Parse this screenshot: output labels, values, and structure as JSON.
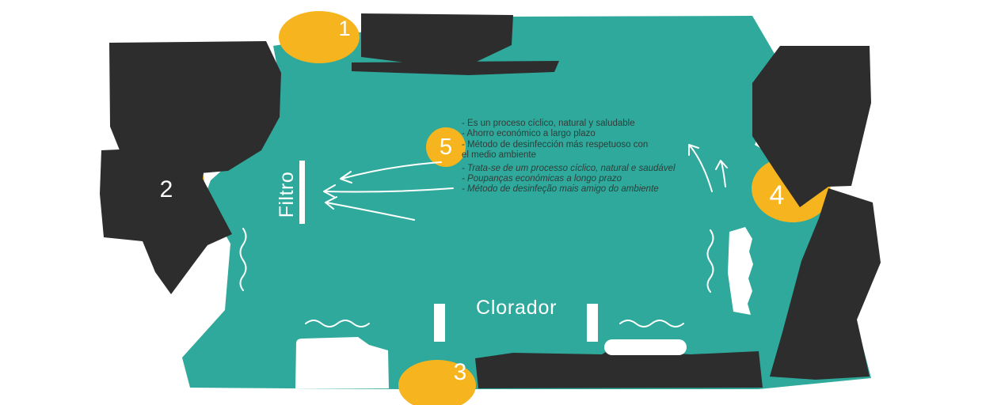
{
  "diagram": {
    "steps": [
      {
        "number": "1"
      },
      {
        "number": "2"
      },
      {
        "number": "3"
      },
      {
        "number": "4"
      },
      {
        "number": "5"
      }
    ],
    "labels": {
      "filter": "Filtro",
      "chlorinator": "Clorador"
    },
    "benefits": {
      "es_line1": "- Es un proceso cíclico, natural y saludable",
      "es_line2": "- Ahorro económico a largo plazo",
      "es_line3": "- Método de desinfección más respetuoso con",
      "es_line4": "el medio ambiente",
      "pt_line1": "- Trata-se de um processo cíclico, natural e saudável",
      "pt_line2": "- Poupanças económicas a longo prazo",
      "pt_line3": "- Método de desinfeção mais amigo do ambiente"
    },
    "colors": {
      "teal": "#2EA99B",
      "yellow": "#F6B51E",
      "dark": "#2D2D2D",
      "text_dark": "#2E3E3B",
      "white": "#FFFFFF"
    }
  }
}
